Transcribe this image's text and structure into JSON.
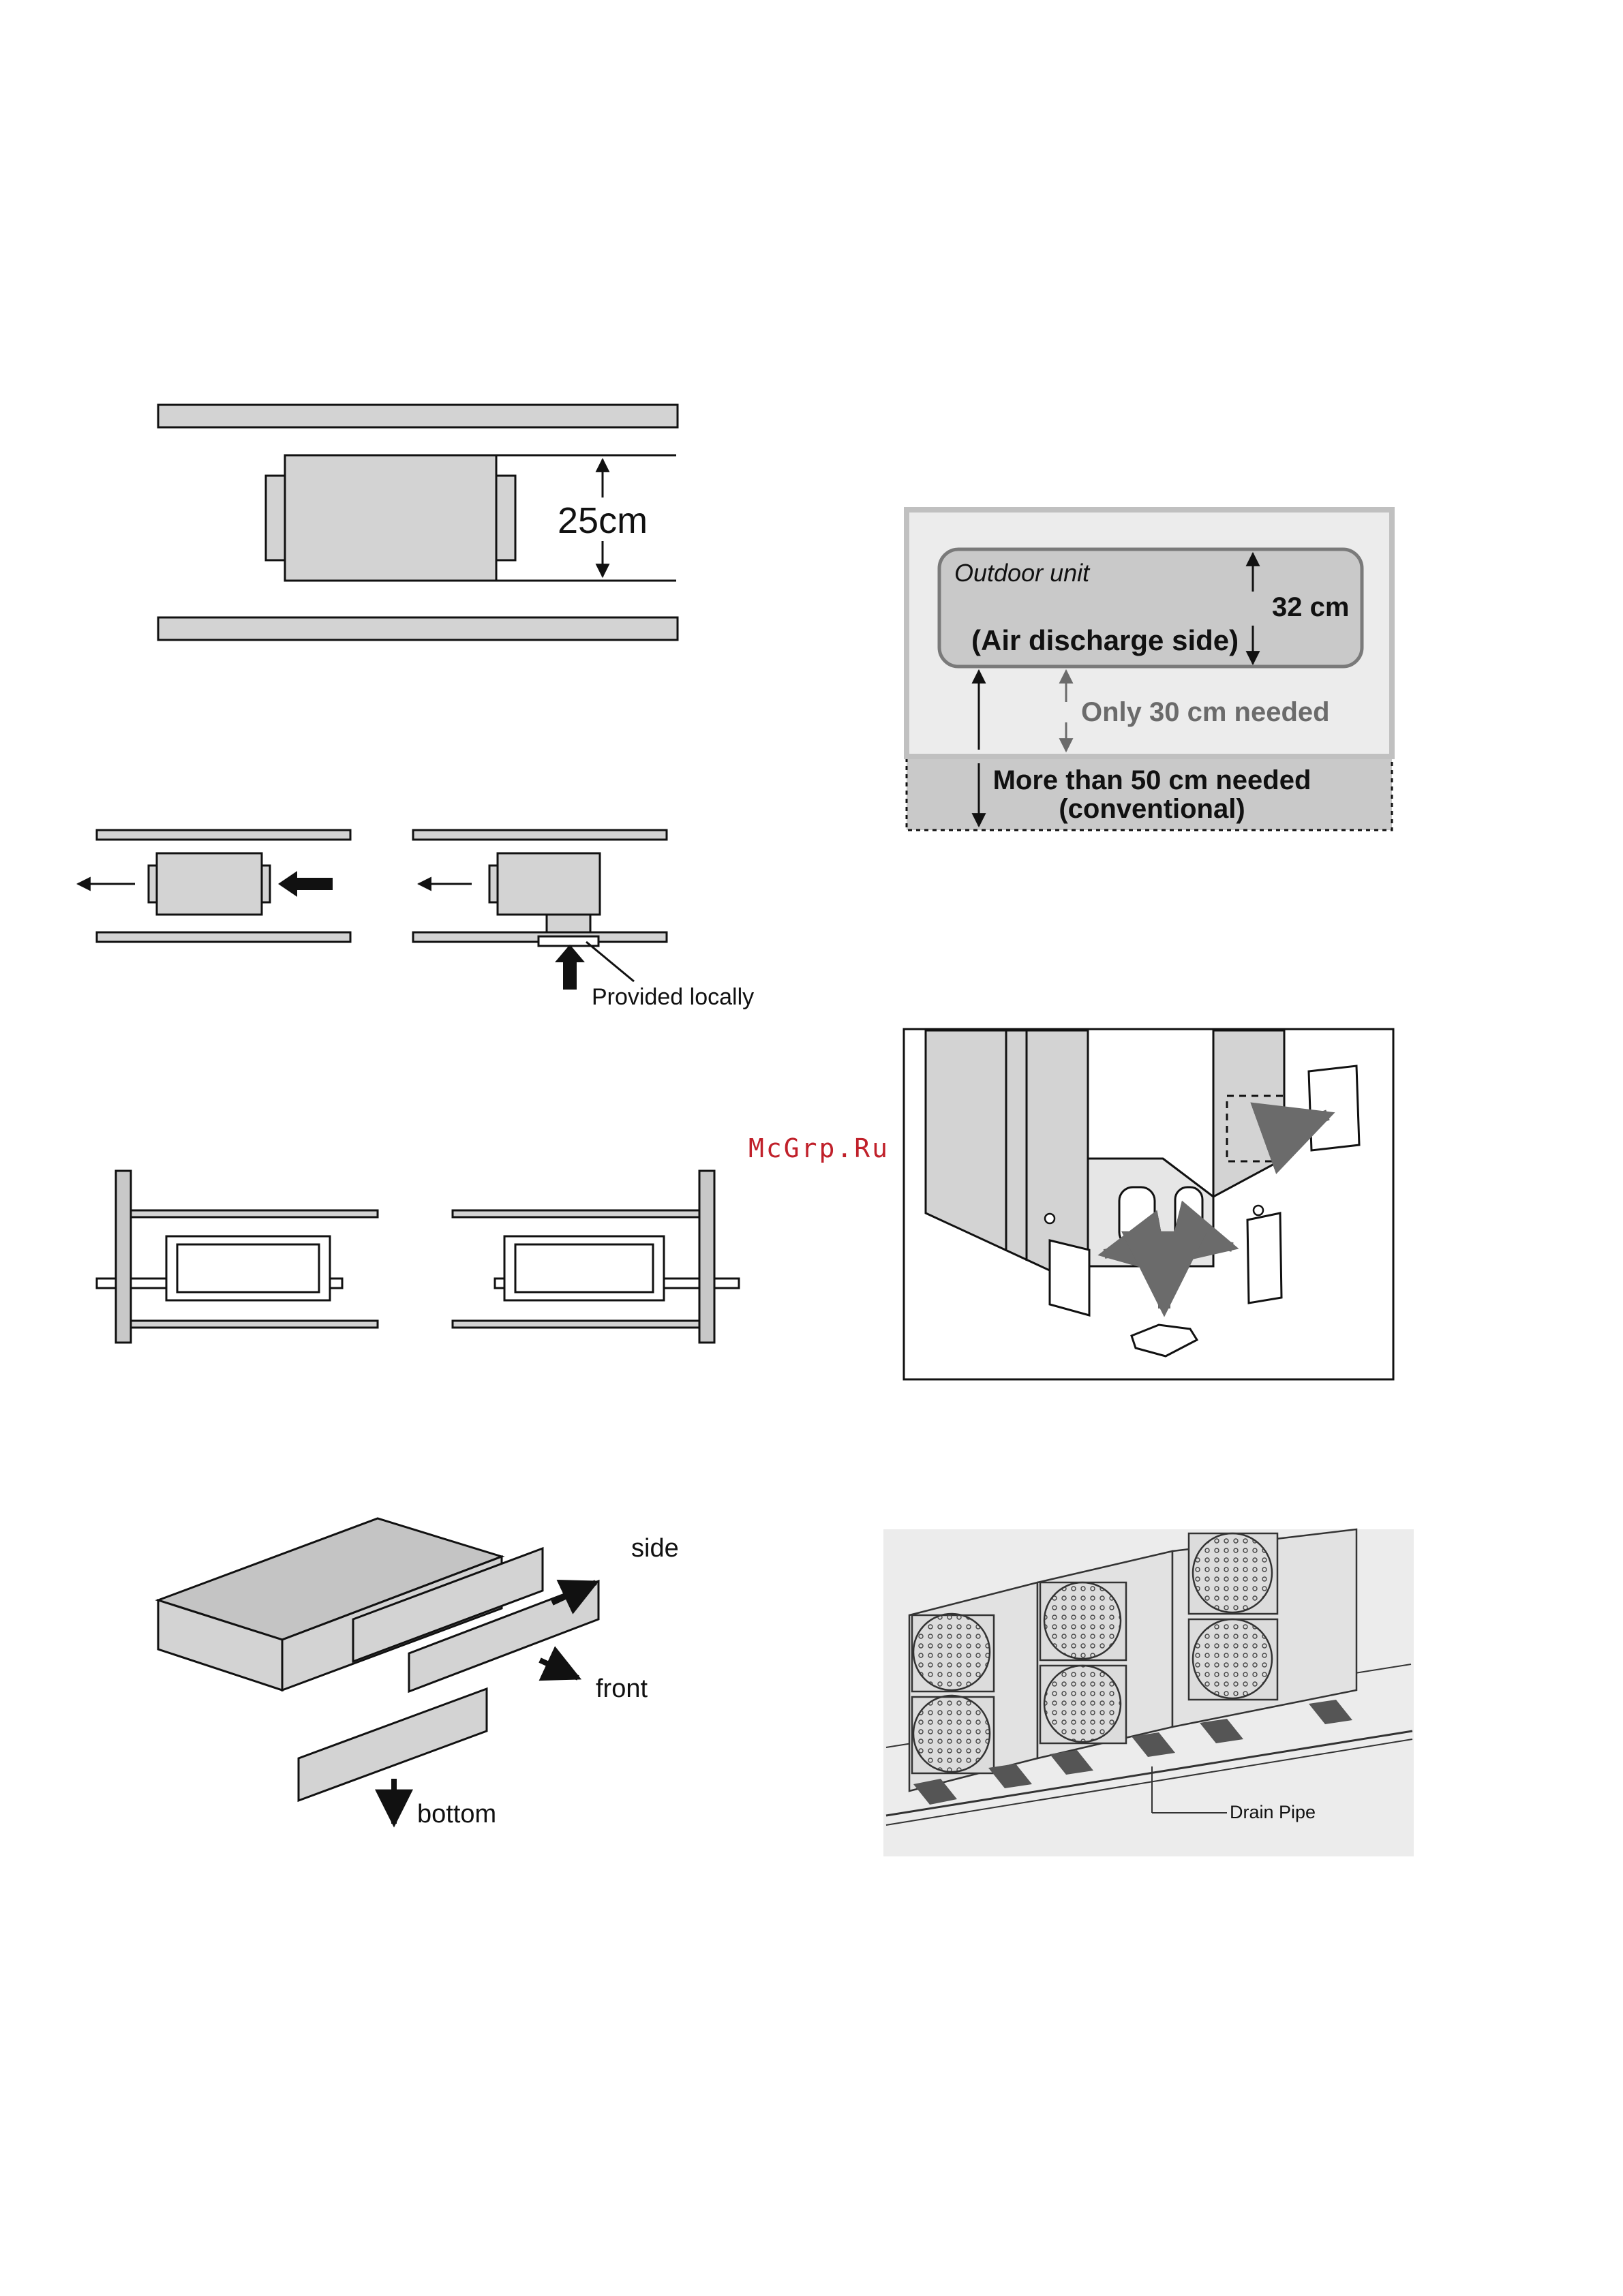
{
  "watermark": "McGrp.Ru",
  "figure_clearance": {
    "dimension_label": "25cm"
  },
  "figure_outdoor_space": {
    "unit_label": "Outdoor unit",
    "side_label": "(Air discharge side)",
    "height_label": "32 cm",
    "new_label": "Only 30 cm needed",
    "old_label_line1": "More than 50 cm needed",
    "old_label_line2": "(conventional)"
  },
  "figure_airflow": {
    "callout": "Provided locally"
  },
  "figure_panels": {
    "side": "side",
    "front": "front",
    "bottom": "bottom"
  },
  "figure_drain": {
    "callout": "Drain Pipe"
  },
  "colors": {
    "panel_gray": "#d3d3d3",
    "dark_gray": "#6f6f6f",
    "line": "#111111",
    "watermark": "#c0202a"
  }
}
